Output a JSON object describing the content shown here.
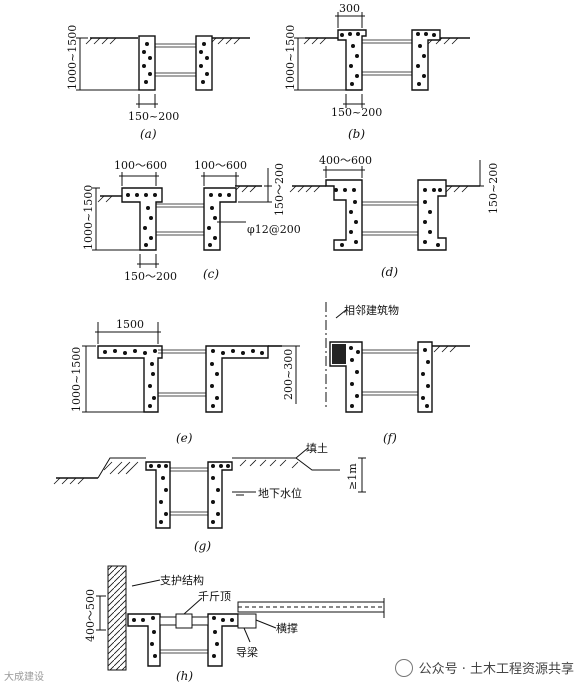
{
  "panels": {
    "a": {
      "caption": "(a)",
      "depth": "1000~1500",
      "thick": "150~200"
    },
    "b": {
      "caption": "(b)",
      "depth": "1000~1500",
      "width": "300",
      "thick": "150~200"
    },
    "c": {
      "caption": "(c)",
      "depth": "1000~1500",
      "width_left": "100～600",
      "width_right": "100～600",
      "ledge": "150～200",
      "rebar": "φ12@200",
      "thick": "150～200"
    },
    "d": {
      "caption": "(d)",
      "width": "400～600",
      "ledge": "150~200"
    },
    "e": {
      "caption": "(e)",
      "depth": "1000~1500",
      "width": "1500",
      "ledge": "200~300"
    },
    "f": {
      "caption": "(f)",
      "neighbor": "相邻建筑物"
    },
    "g": {
      "caption": "(g)",
      "fill": "填土",
      "water": "地下水位",
      "height": "≥1m"
    },
    "h": {
      "caption": "(h)",
      "support": "支护结构",
      "jack": "千斤顶",
      "strut": "横撑",
      "beam": "导梁",
      "height": "400～500"
    }
  },
  "watermark": {
    "icon": "wechat-icon",
    "text": "公众号 · 土木工程资源共享"
  },
  "corner_text": "大成建设"
}
